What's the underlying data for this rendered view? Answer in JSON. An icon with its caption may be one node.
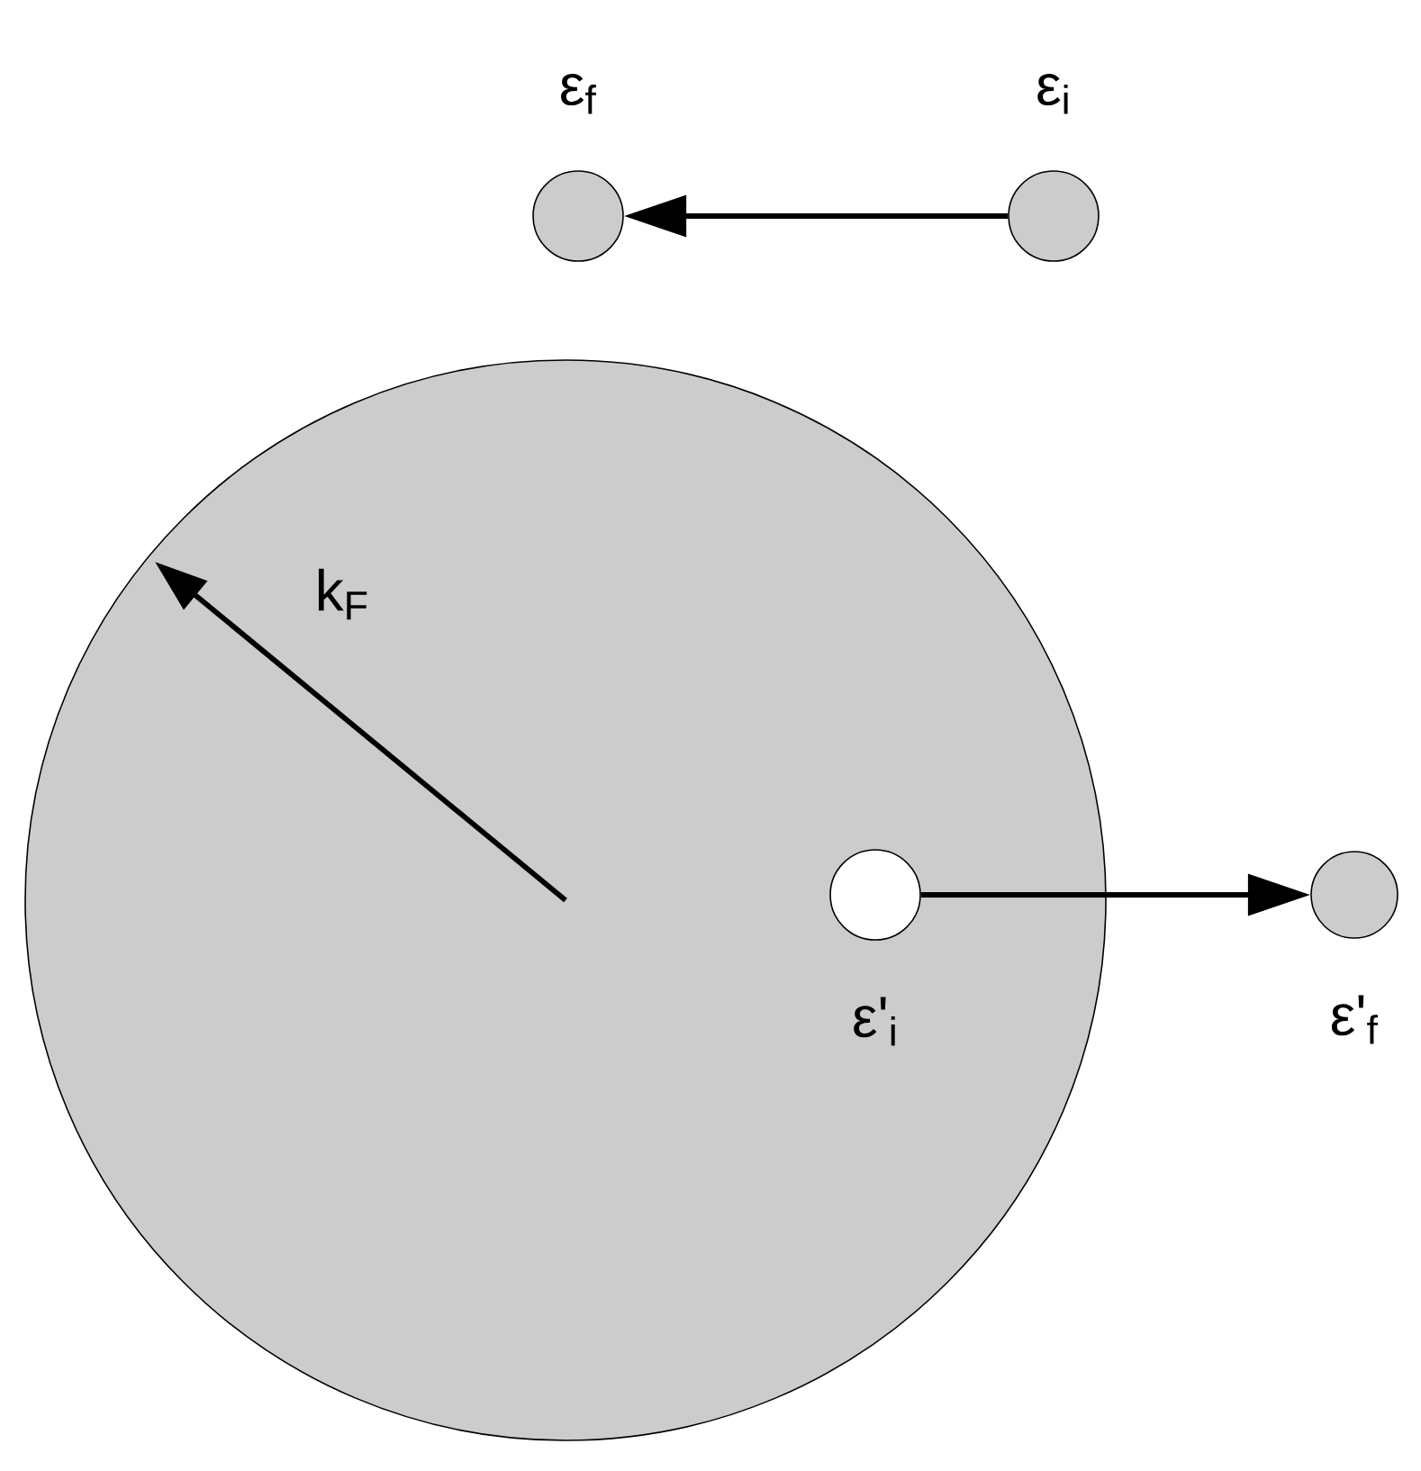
{
  "diagram": {
    "nodes": [
      {
        "text": [
          "ε$_{f}$"
        ]
      },
      {
        "text": [
          "ε$_{i}$"
        ]
      },
      {
        "text": [],
        "shape": "circle"
      },
      {
        "text": [
          "ε'$_{i}$"
        ],
        "in": 2
      },
      {
        "text": [
          "ε'$_{f}$"
        ]
      }
    ],
    "edges": [
      {
        "from": 1,
        "to": 0,
        "arrow": "to"
      },
      {
        "from": 3,
        "to": 4,
        "arrow": "to"
      }
    ],
    "labels": [
      "k$_{F}$"
    ]
  }
}
